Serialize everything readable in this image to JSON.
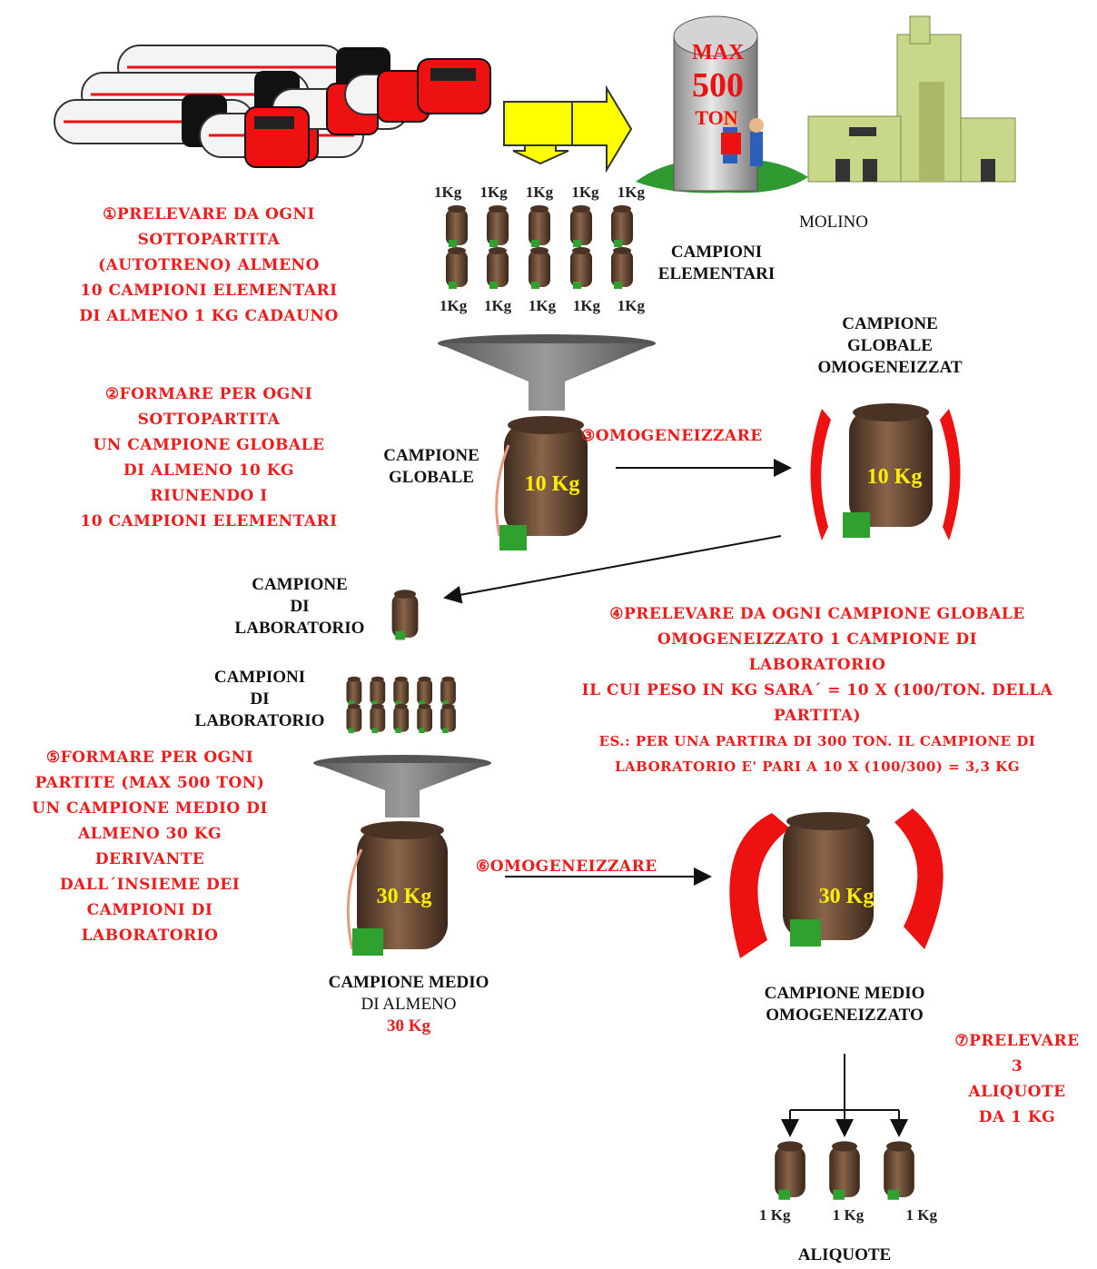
{
  "colors": {
    "red": "#ee1c1c",
    "brown": "#6b4a36",
    "green": "#2fa12f",
    "yellow": "#ffee00",
    "funnel": "#707070",
    "mill": "#c8d88a"
  },
  "silo": {
    "line1": "MAX",
    "line2": "500",
    "line3": "TON"
  },
  "mill_label": "MOLINO",
  "elementary": {
    "kg_label": "1Kg",
    "title_lines": [
      "CAMPIONI",
      "ELEMENTARI"
    ]
  },
  "step1": [
    "①PRELEVARE DA OGNI",
    "SOTTOPARTITA",
    "(AUTOTRENO) ALMENO",
    "10 CAMPIONI ELEMENTARI",
    "DI ALMENO 1 Kg CADAUNO"
  ],
  "step2": [
    "②FORMARE PER OGNI",
    "SOTTOPARTITA",
    "UN CAMPIONE GLOBALE",
    "DI ALMENO 10 Kg",
    "RIUNENDO I",
    "10 CAMPIONI ELEMENTARI"
  ],
  "step3": "③OMOGENEIZZARE",
  "global_sample": {
    "title_lines": [
      "CAMPIONE",
      "GLOBALE"
    ],
    "jar": "10 Kg"
  },
  "global_homog": {
    "title_lines": [
      "CAMPIONE",
      "GLOBALE",
      "OMOGENEIZZAT"
    ],
    "jar": "10 Kg"
  },
  "lab_sample": {
    "title_lines": [
      "CAMPIONE",
      "DI",
      "LABORATORIO"
    ]
  },
  "lab_samples": {
    "title_lines": [
      "CAMPIONI",
      "DI",
      "LABORATORIO"
    ]
  },
  "step4": [
    "④PRELEVARE DA OGNI CAMPIONE GLOBALE",
    "OMOGENEIZZATO 1 CAMPIONE DI",
    "LABORATORIO",
    "IL CUI PESO IN Kg SARA´ = 10 X (100/TON. DELLA",
    "PARTITA)",
    "ES.: PER UNA PARTIRA DI 300 TON. IL CAMPIONE DI",
    "LABORATORIO E' PARI A 10 X (100/300) = 3,3 Kg"
  ],
  "step5": [
    "⑤FORMARE PER OGNI",
    "PARTITE (MAX 500 TON)",
    "UN CAMPIONE MEDIO DI",
    "ALMENO 30 Kg",
    "DERIVANTE",
    "DALL´INSIEME DEI",
    "CAMPIONI DI",
    "LABORATORIO"
  ],
  "step6": "⑥OMOGENEIZZARE",
  "medium_sample": {
    "title_lines": [
      "CAMPIONE MEDIO",
      "DI ALMENO"
    ],
    "weight": "30 Kg",
    "jar": "30 Kg"
  },
  "medium_homog": {
    "title_lines": [
      "CAMPIONE MEDIO",
      "OMOGENEIZZATO"
    ],
    "jar": "30 Kg"
  },
  "step7": [
    "⑦PRELEVARE",
    "3",
    "ALIQUOTE",
    "DA 1 Kg"
  ],
  "aliquots": {
    "kg_label": "1 Kg",
    "title": "ALIQUOTE"
  }
}
